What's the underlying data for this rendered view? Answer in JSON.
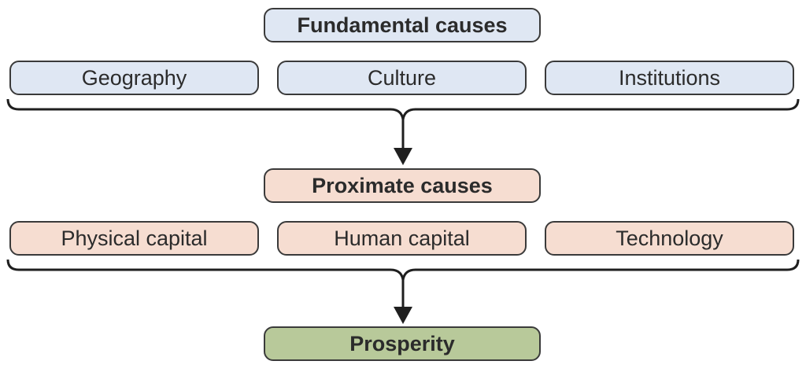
{
  "fundamental": {
    "title": "Fundamental causes",
    "items": [
      "Geography",
      "Culture",
      "Institutions"
    ]
  },
  "proximate": {
    "title": "Proximate causes",
    "items": [
      "Physical capital",
      "Human capital",
      "Technology"
    ]
  },
  "outcome": {
    "title": "Prosperity"
  },
  "colors": {
    "fundamental_fill": "#dfe7f3",
    "proximate_fill": "#f6ddd1",
    "outcome_fill": "#b8c99a",
    "border": "#3a3a3a",
    "text": "#2b2b2b"
  }
}
